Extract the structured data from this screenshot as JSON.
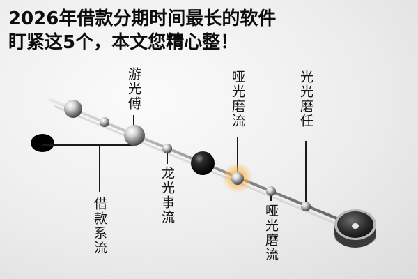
{
  "headline": {
    "line1": "2026年借款分期时间最长的软件",
    "line2": "盯紧这5个，本文您精心整！"
  },
  "labels": {
    "jiekuan": "借款系流",
    "youguang": "游光傅",
    "longguang": "龙光事流",
    "yaguang_top": "哑光磨流",
    "yaguang_bottom": "哑光磨流",
    "guangguang": "光光磨任"
  },
  "colors": {
    "rod": "#9a9a9a",
    "black_node": "#000000",
    "glow": "#ffb347",
    "connector": "#1a1a1a"
  }
}
